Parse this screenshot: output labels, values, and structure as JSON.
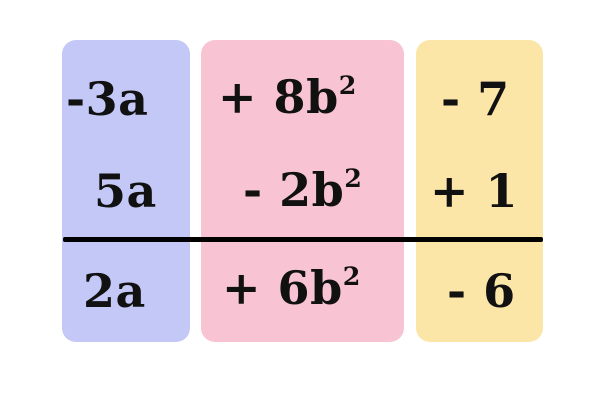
{
  "colors": {
    "column_a": "#c3c8f7",
    "column_b": "#f8c4d4",
    "column_c": "#fbe6a8",
    "line": "#000000",
    "text": "#111111"
  },
  "rows": {
    "row1": {
      "a": "-3a",
      "b_base": "+ 8b",
      "b_exp": "2",
      "c": "- 7"
    },
    "row2": {
      "a": "5a",
      "b_base": "- 2b",
      "b_exp": "2",
      "c": "+ 1"
    },
    "result": {
      "a": "2a",
      "b_base": "+ 6b",
      "b_exp": "2",
      "c": "- 6"
    }
  }
}
